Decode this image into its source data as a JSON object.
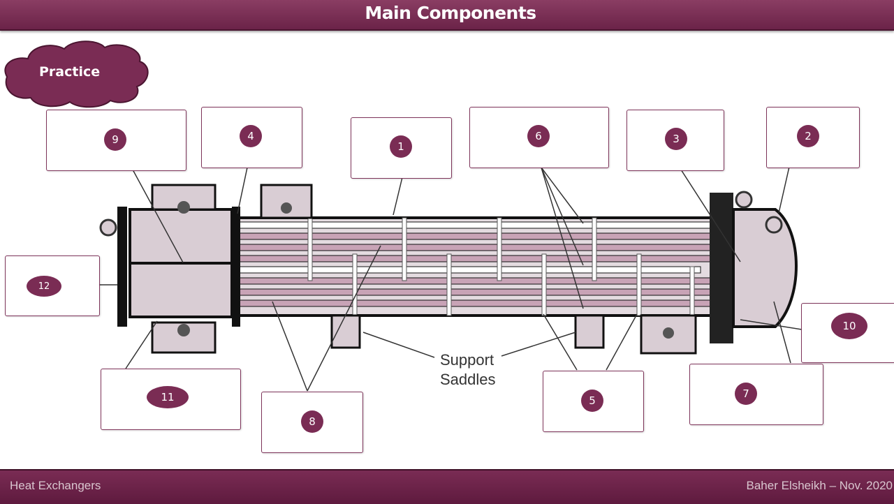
{
  "header": {
    "title": "Main Components"
  },
  "practice_label": "Practice",
  "diagram": {
    "support_label_line1": "Support",
    "support_label_line2": "Saddles",
    "callouts": [
      "1",
      "2",
      "3",
      "4",
      "5",
      "6",
      "7",
      "8",
      "9",
      "10",
      "11",
      "12"
    ]
  },
  "footer": {
    "left": "Heat Exchangers",
    "right": "Baher Elsheikh – Nov. 2020"
  },
  "colors": {
    "brand": "#7a2c54",
    "shell_fill": "#d9cdd4",
    "tube": "#c8a3b6"
  }
}
